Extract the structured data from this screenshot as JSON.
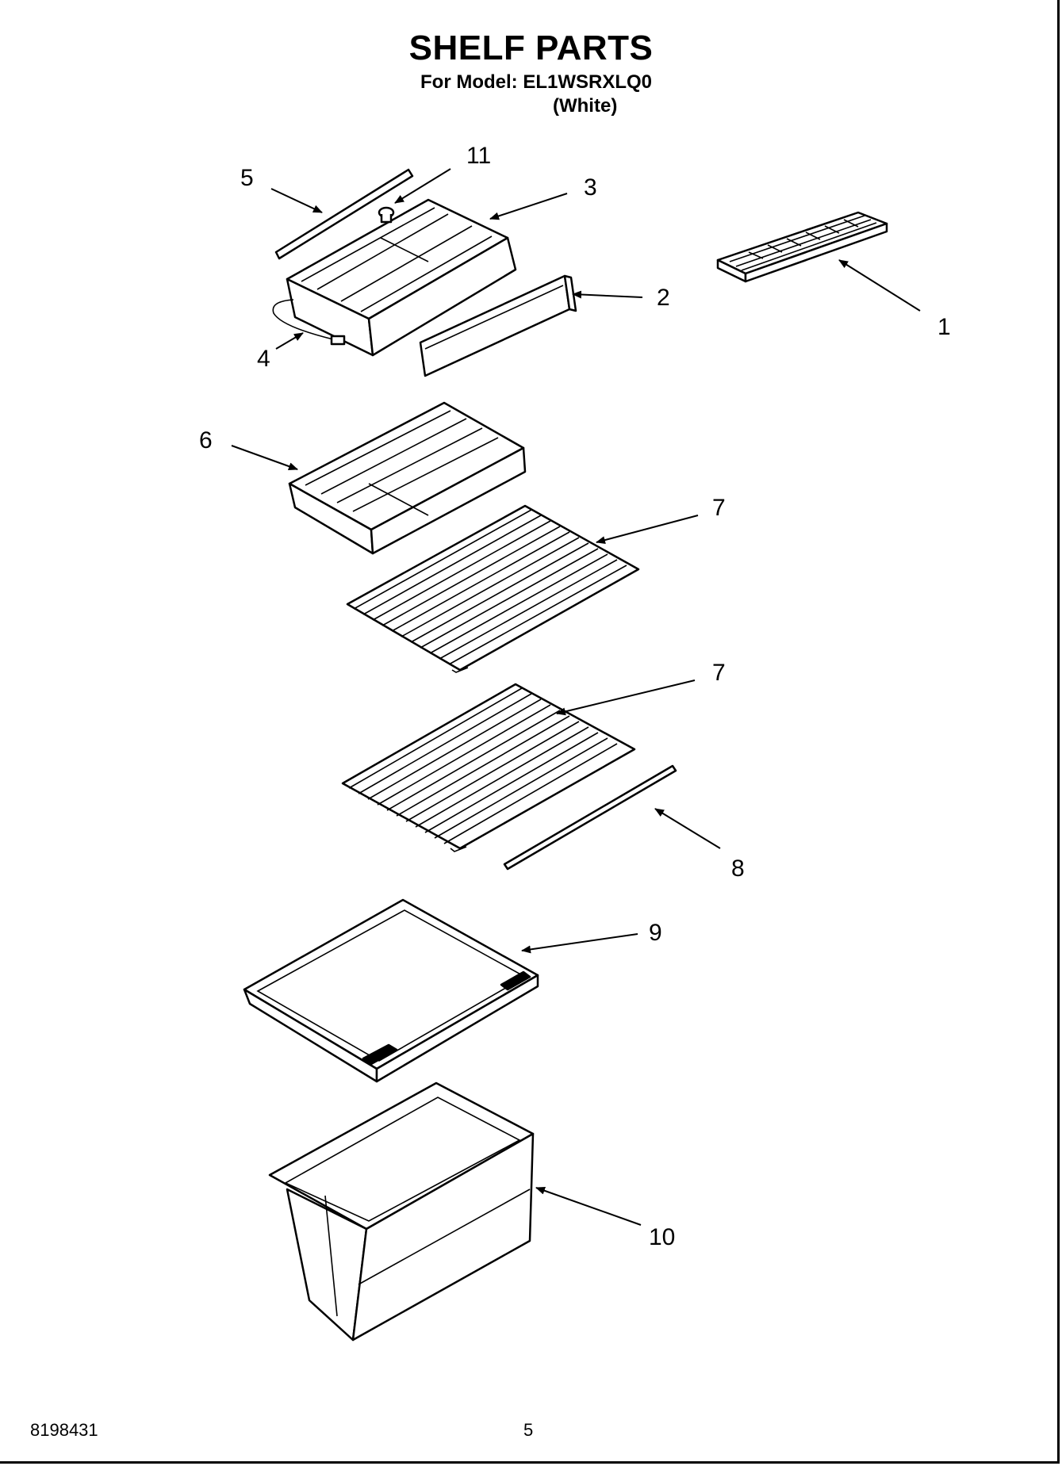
{
  "header": {
    "title": "SHELF PARTS",
    "model_line": "For Model: EL1WSRXLQ0",
    "variant_line": "(White)"
  },
  "footer": {
    "document_number": "8198431",
    "page_number": "5"
  },
  "callouts": [
    "1",
    "2",
    "3",
    "4",
    "5",
    "6",
    "7",
    "7",
    "8",
    "9",
    "10",
    "11"
  ]
}
